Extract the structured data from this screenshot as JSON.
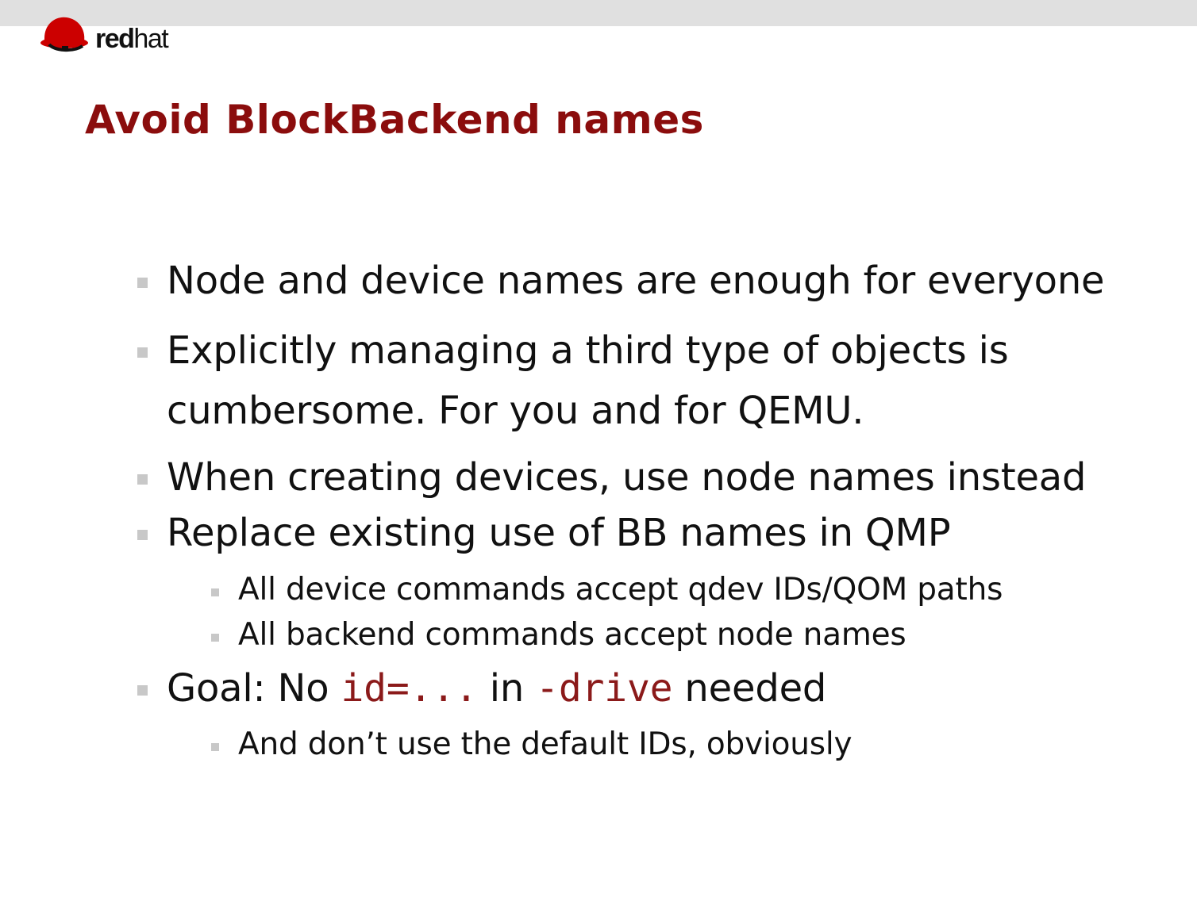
{
  "brand": {
    "name_bold": "red",
    "name_light": "hat"
  },
  "slide": {
    "title": "Avoid BlockBackend names",
    "items": [
      {
        "text": "Node and device names are enough for everyone"
      },
      {
        "line1": "Explicitly managing a third type of objects is",
        "line2": "cumbersome.  For you and for QEMU."
      },
      {
        "text": "When creating devices, use node names instead"
      },
      {
        "text": "Replace existing use of BB names in QMP",
        "subitems": [
          "All device commands accept qdev IDs/QOM paths",
          "All backend commands accept node names"
        ]
      },
      {
        "prefix": "Goal:  No ",
        "code1": "id=...",
        "middle": " in ",
        "code2": "-drive",
        "suffix": " needed",
        "subitems": [
          "And don’t use the default IDs, obviously"
        ]
      }
    ]
  },
  "colors": {
    "title": "#8b0d0d",
    "code": "#8b1a1a",
    "logo_red": "#cc0000",
    "topbar": "#e0e0e0"
  }
}
